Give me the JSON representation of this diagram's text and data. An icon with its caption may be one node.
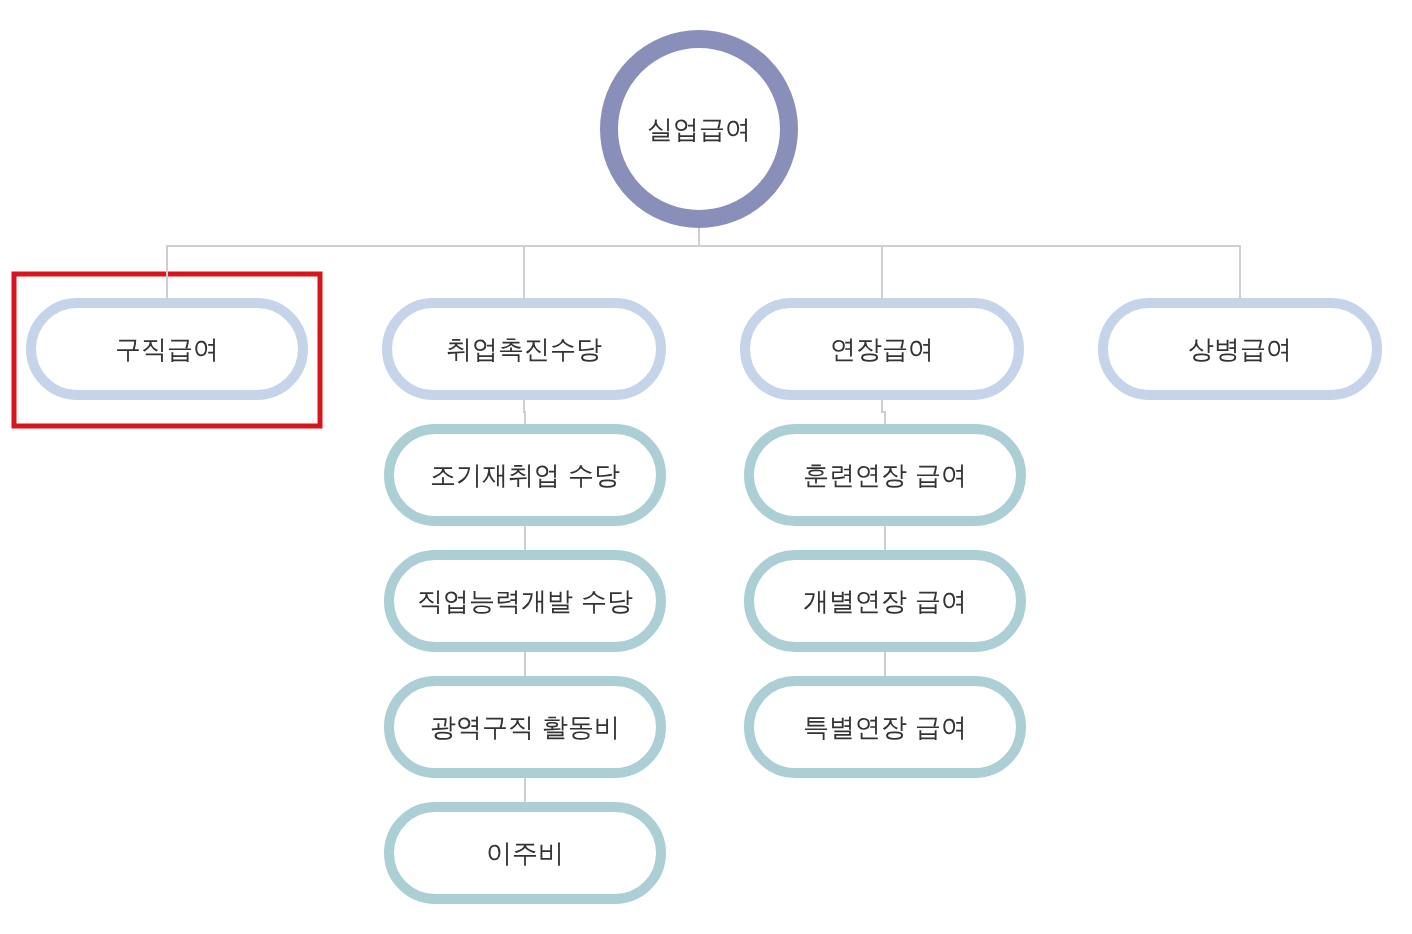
{
  "diagram": {
    "nodes": [
      {
        "text": [
          "실업급여"
        ]
      },
      {
        "text": [
          "구직급여"
        ]
      },
      {
        "text": [
          "취업촉진수당"
        ]
      },
      {
        "text": [
          "연장급여"
        ]
      },
      {
        "text": [
          "상병급여"
        ]
      },
      {
        "text": [
          "조기재취업 수당"
        ]
      },
      {
        "text": [
          "직업능력개발 수당"
        ]
      },
      {
        "text": [
          "광역구직 활동비"
        ]
      },
      {
        "text": [
          "이주비"
        ]
      },
      {
        "text": [
          "훈련연장 급여"
        ]
      },
      {
        "text": [
          "개별연장 급여"
        ]
      },
      {
        "text": [
          "특별연장 급여"
        ]
      }
    ],
    "edges": [
      {
        "from": 0,
        "to": 1,
        "arrow": "none"
      },
      {
        "from": 0,
        "to": 2,
        "arrow": "none"
      },
      {
        "from": 0,
        "to": 3,
        "arrow": "none"
      },
      {
        "from": 0,
        "to": 4,
        "arrow": "none"
      },
      {
        "from": 2,
        "to": 5,
        "arrow": "none"
      },
      {
        "from": 5,
        "to": 6,
        "arrow": "none"
      },
      {
        "from": 6,
        "to": 7,
        "arrow": "none"
      },
      {
        "from": 7,
        "to": 8,
        "arrow": "none"
      },
      {
        "from": 3,
        "to": 9,
        "arrow": "none"
      },
      {
        "from": 9,
        "to": 10,
        "arrow": "none"
      },
      {
        "from": 10,
        "to": 11,
        "arrow": "none"
      }
    ]
  }
}
